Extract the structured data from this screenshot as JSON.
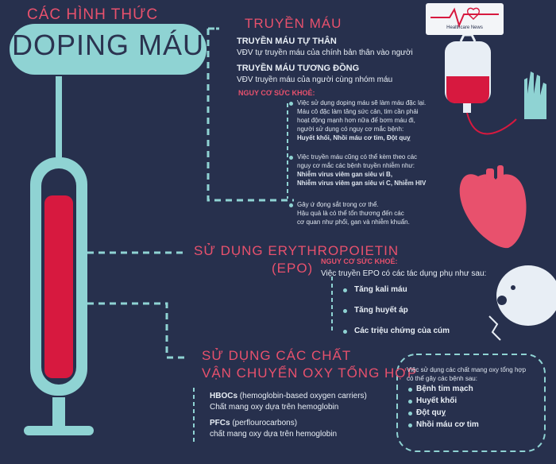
{
  "header": {
    "kicker": "CÁC HÌNH THỨC",
    "title": "DOPING MÁU"
  },
  "logo": {
    "caption": "Healthcare News"
  },
  "section1": {
    "title": "TRUYỀN MÁU",
    "sub1_title": "TRUYỀN MÁU TỰ THÂN",
    "sub1_text": "VĐV tự truyền máu của chính bản thân vào người",
    "sub2_title": "TRUYỀN MÁU TƯƠNG ĐỒNG",
    "sub2_text": "VĐV truyền máu của người cùng nhóm máu",
    "risk_label": "NGUY CƠ SỨC KHOẺ:",
    "risk1_l1": "Việc sử dụng doping máu sẽ làm máu đặc lại.",
    "risk1_l2": "Máu cô đặc làm tăng sức cản, tim cần phải",
    "risk1_l3": "hoạt động mạnh hơn nữa để bơm máu đi,",
    "risk1_l4": "người sử dụng có nguy cơ mắc bệnh:",
    "risk1_bold": "Huyết khối, Nhồi máu cơ tim, Đột quỵ",
    "risk2_l1": "Việc truyền máu cũng có thể kèm theo các",
    "risk2_l2": "nguy cơ mắc các bệnh truyền nhiễm như:",
    "risk2_b1": "Nhiễm virus viêm gan siêu vi B,",
    "risk2_b2": "Nhiễm virus viêm gan siêu vi C, Nhiễm HIV",
    "risk3_l1": "Gây ứ đọng sắt trong cơ thể.",
    "risk3_l2": "Hậu quả là có thể tổn thương đến các",
    "risk3_l3": "cơ quan như phổi, gan và nhiễm khuẩn."
  },
  "section2": {
    "title_l1": "SỬ DỤNG ERYTHROPOIETIN",
    "title_l2": "(EPO)",
    "risk_label": "NGUY CƠ SỨC KHOẺ:",
    "intro": "Việc truyền EPO có các tác dụng phụ như sau:",
    "items": [
      "Tăng kali máu",
      "Tăng huyết áp",
      "Các triệu chứng của cúm"
    ]
  },
  "section3": {
    "title_l1": "SỬ DỤNG CÁC CHẤT",
    "title_l2": "VẬN CHUYỂN OXY TỔNG HỢP",
    "hboc_name": "HBOCs",
    "hboc_paren": "(hemoglobin-based oxygen carriers)",
    "hboc_text": "Chất mang oxy dựa trên hemoglobin",
    "pfc_name": "PFCs",
    "pfc_paren": "(perflourocarbons)",
    "pfc_text": "chất mang oxy dựa trên hemoglobin",
    "box_l1": "Việc sử dụng các chất mang oxy tổng hợp",
    "box_l2": "có thể gây các bệnh sau:",
    "box_items": [
      "Bệnh tim mạch",
      "Huyết khối",
      "Đột quỵ",
      "Nhồi máu cơ tim"
    ]
  },
  "colors": {
    "background": "#27304d",
    "accent_red": "#e8516d",
    "accent_teal": "#8fd3d3",
    "blood": "#d7193f"
  }
}
